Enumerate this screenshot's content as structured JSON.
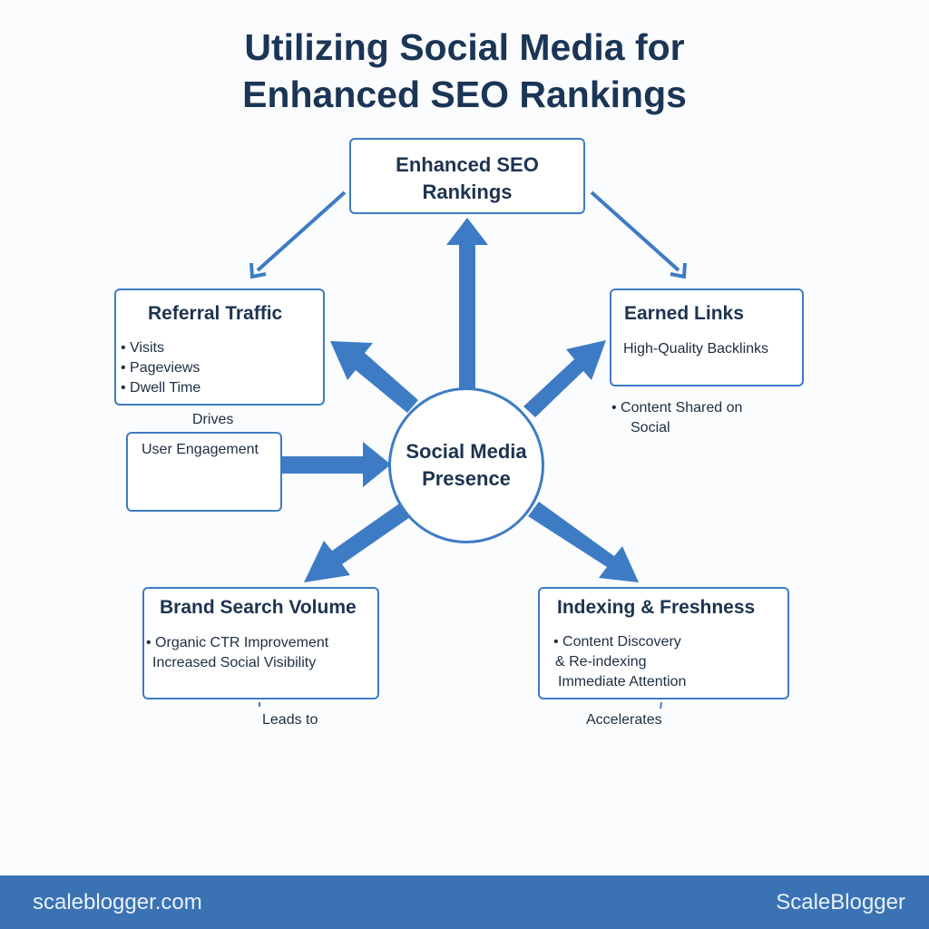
{
  "title": {
    "line1": "Utilizing Social Media for",
    "line2": "Enhanced SEO Rankings"
  },
  "center": {
    "line1": "Social Media",
    "line2": "Presence"
  },
  "nodes": {
    "seo": {
      "line1": "Enhanced SEO",
      "line2": "Rankings"
    },
    "referral": {
      "title": "Referral Traffic",
      "items": [
        "• Visits",
        "• Pageviews",
        "• Dwell Time"
      ]
    },
    "earned": {
      "title": "Earned Links",
      "text": "High-Quality Backlinks"
    },
    "engagement": {
      "text": "User Engagement"
    },
    "brand": {
      "title": "Brand Search Volume",
      "items": [
        "• Organic CTR Improvement",
        "Increased Social Visibility"
      ]
    },
    "indexing": {
      "title": "Indexing & Freshness",
      "items": [
        "• Content Discovery",
        "& Re-indexing",
        "Immediate Attention"
      ]
    }
  },
  "labels": {
    "drives": "Drives",
    "shared_line1": "• Content Shared on",
    "shared_line2": "Social",
    "leads_to": "Leads to",
    "accelerates": "Accelerates"
  },
  "colors": {
    "accent": "#3d7cc4",
    "title": "#1a3556",
    "footer": "#3a72b3"
  },
  "footer": {
    "left": "scaleblogger.com",
    "right": "ScaleBlogger"
  }
}
